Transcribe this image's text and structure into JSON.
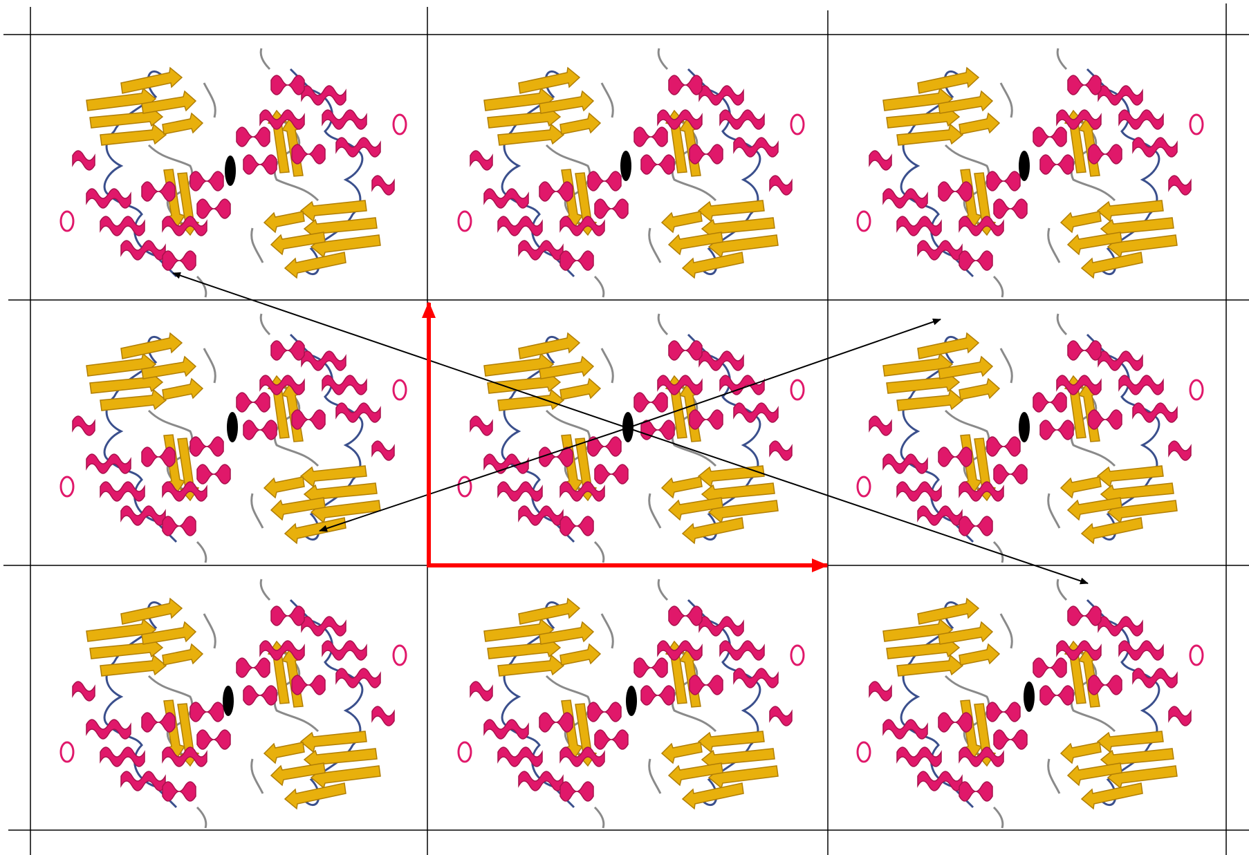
{
  "diagram": {
    "type": "crystal-lattice-packing",
    "rows": 3,
    "columns": 3,
    "molecule_colors": {
      "helix": "#e0186a",
      "helix_dark": "#a8104c",
      "strand": "#e8b00c",
      "strand_dark": "#b07e06",
      "coil_blue": "#3a4f8c",
      "coil_gray": "#8a8a8a"
    },
    "twofold_axis_color": "#000000",
    "unit_cell_axes_color": "#ff0000",
    "lattice_line_color": "#000000",
    "translation_arrow_color": "#000000"
  }
}
